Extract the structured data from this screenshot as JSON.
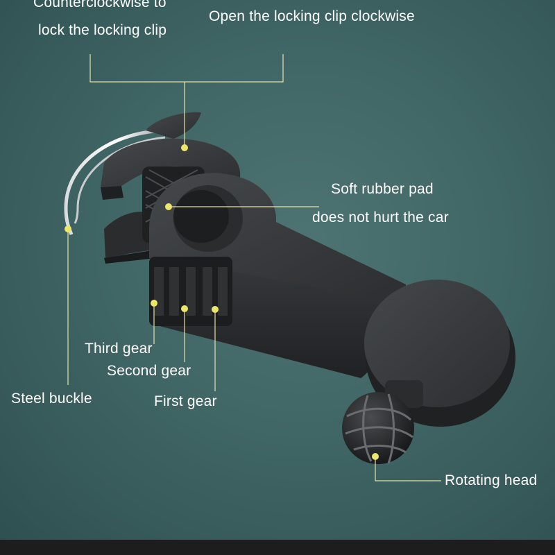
{
  "labels": {
    "counterclockwise_line1": "Counterclockwise to",
    "counterclockwise_line2": "lock the locking clip",
    "open_clockwise": "Open the locking clip clockwise",
    "soft_pad_line1": "Soft rubber pad",
    "soft_pad_line2": "does not hurt the car",
    "third_gear": "Third gear",
    "second_gear": "Second gear",
    "steel_buckle": "Steel buckle",
    "first_gear": "First gear",
    "rotating_head": "Rotating head"
  },
  "colors": {
    "background": "#416666",
    "leader_line": "#e6e2a8",
    "marker_dot": "#ece66a",
    "product_body": "#2b2d2f",
    "bottom_bar": "#1d1d1d"
  }
}
